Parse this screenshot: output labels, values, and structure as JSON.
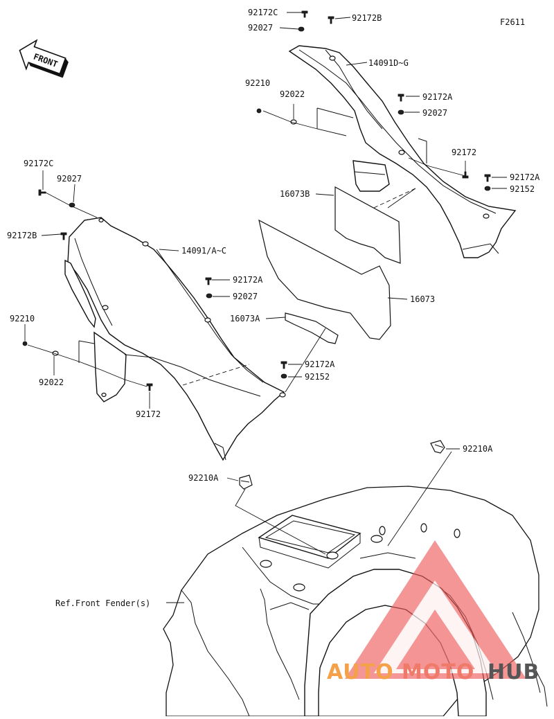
{
  "figure_code": "F2611",
  "front_label": "FRONT",
  "reference_label": "Ref.Front Fender(s)",
  "watermark": {
    "text_a": "AUTO",
    "text_b": "MOTO",
    "text_c": "HUB",
    "color_a": "#f4a14a",
    "color_b": "#f07a6a",
    "color_c": "#555555",
    "triangle_color": "#ee5a5a"
  },
  "callouts": {
    "c1": "92172C",
    "c2": "92027",
    "c3": "92172B",
    "c4": "14091D~G",
    "c5": "92210",
    "c6": "92022",
    "c7": "92172A",
    "c8": "92027",
    "c9": "92172",
    "c10": "92172A",
    "c11": "92152",
    "c12": "16073B",
    "c13": "92172C",
    "c14": "92027",
    "c15": "92172B",
    "c16": "14091/A~C",
    "c17": "92172A",
    "c18": "92027",
    "c19": "16073",
    "c20": "16073A",
    "c21": "92210",
    "c22": "92022",
    "c23": "92172A",
    "c24": "92152",
    "c25": "92172",
    "c26": "92210A",
    "c27": "92210A"
  }
}
